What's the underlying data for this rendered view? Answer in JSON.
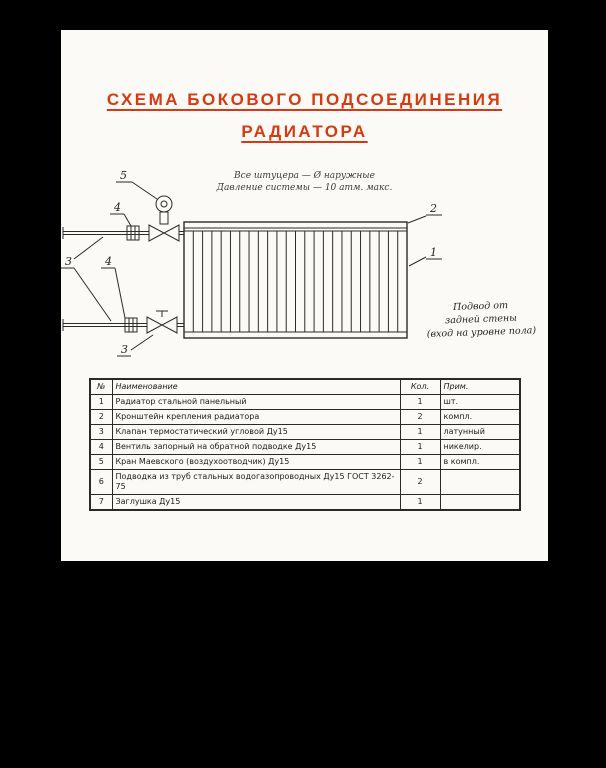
{
  "page": {
    "title_line1": "СХЕМА БОКОВОГО ПОДСОЕДИНЕНИЯ",
    "title_line2": "РАДИАТОРА",
    "subtitle_line1": "Все штуцера — Ø наружные",
    "subtitle_line2": "Давление системы — 10 атм. макс."
  },
  "diagram": {
    "callouts": {
      "n1": "1",
      "n2": "2",
      "n3": "3",
      "n4": "4",
      "n5": "5"
    },
    "note_line1": "Подвод от",
    "note_line2": "задней стены",
    "note_line3": "(вход на уровне пола)"
  },
  "bom": {
    "headers": {
      "num": "№",
      "name": "Наименование",
      "qty": "Кол.",
      "note": "Прим."
    },
    "rows": [
      {
        "num": "1",
        "name": "Радиатор стальной панельный",
        "qty": "1",
        "note": "шт."
      },
      {
        "num": "2",
        "name": "Кронштейн крепления радиатора",
        "qty": "2",
        "note": "компл."
      },
      {
        "num": "3",
        "name": "Клапан термостатический угловой Ду15",
        "qty": "1",
        "note": "латунный"
      },
      {
        "num": "4",
        "name": "Вентиль запорный на обратной подводке Ду15",
        "qty": "1",
        "note": "никелир."
      },
      {
        "num": "5",
        "name": "Кран Маевского (воздухоотводчик) Ду15",
        "qty": "1",
        "note": "в компл."
      },
      {
        "num": "6",
        "name": "Подводка из труб стальных водогазопроводных Ду15 ГОСТ 3262-75",
        "qty": "2",
        "note": ""
      },
      {
        "num": "7",
        "name": "Заглушка Ду15",
        "qty": "1",
        "note": ""
      }
    ]
  }
}
